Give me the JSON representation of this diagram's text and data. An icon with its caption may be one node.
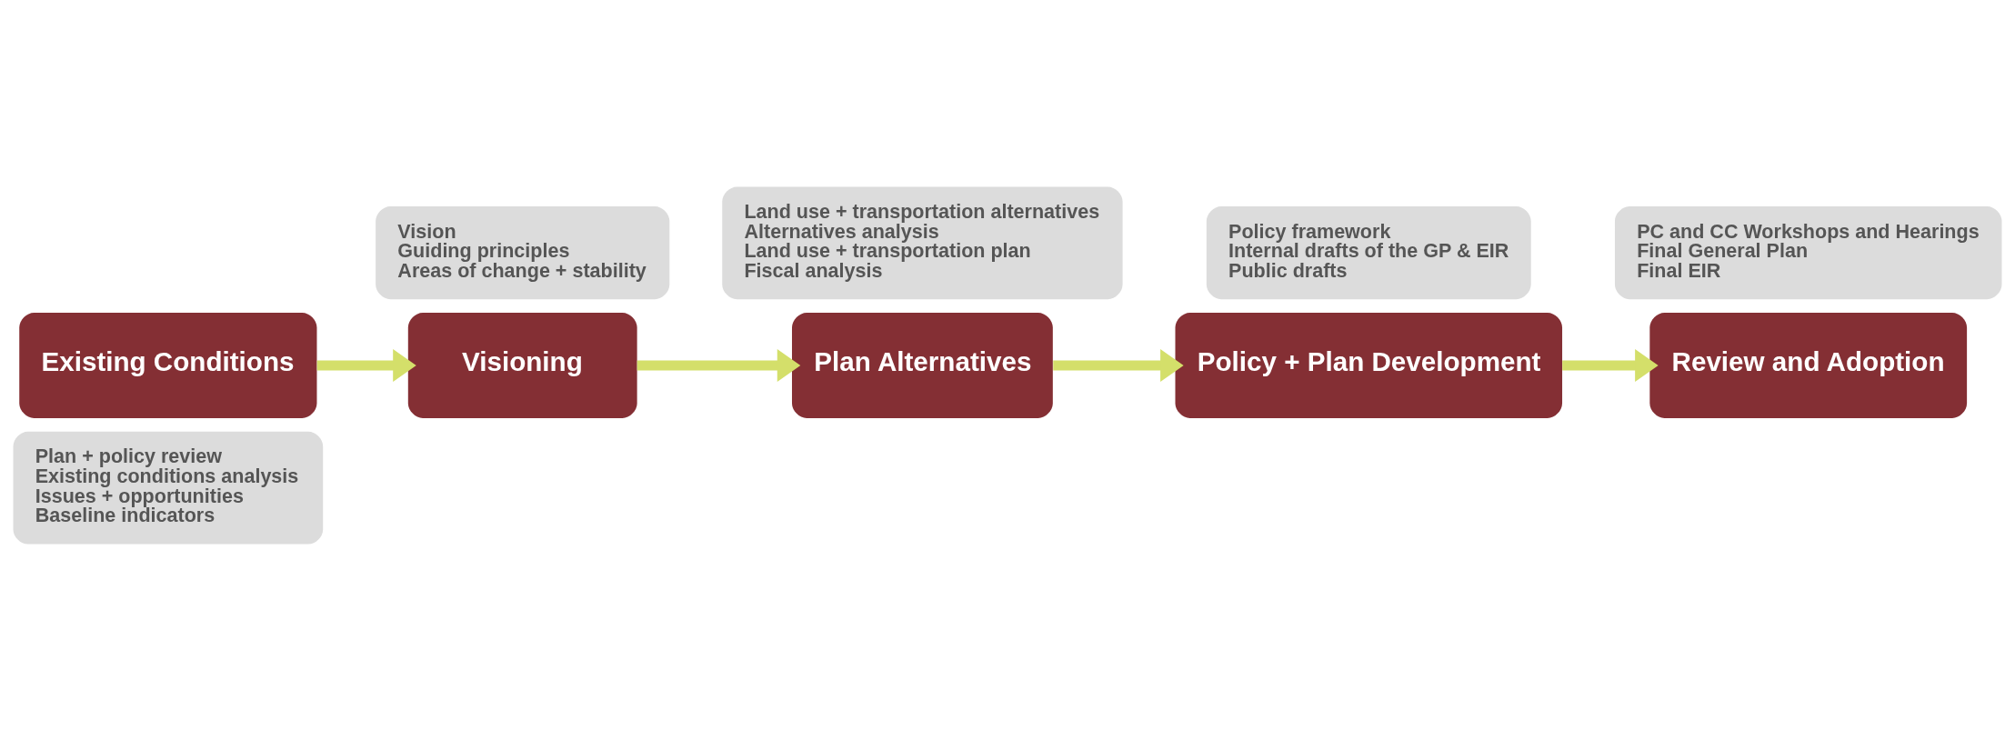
{
  "diagram": {
    "nodes": [
      {
        "text": [
          "Existing Conditions"
        ]
      },
      {
        "text": [
          "Plan + policy review",
          "Existing conditions analysis",
          "Issues + opportunities",
          "Baseline indicators"
        ]
      },
      {
        "text": [
          "Visioning"
        ]
      },
      {
        "text": [
          "Vision",
          "Guiding principles",
          "Areas of change + stability"
        ]
      },
      {
        "text": [
          "Plan Alternatives"
        ]
      },
      {
        "text": [
          "Land use + transportation alternatives",
          "Alternatives analysis",
          "Land use + transportation plan",
          "Fiscal analysis"
        ]
      },
      {
        "text": [
          "Policy + Plan Development"
        ]
      },
      {
        "text": [
          "Policy framework",
          "Internal drafts of the GP & EIR",
          "Public drafts"
        ]
      },
      {
        "text": [
          "Review and Adoption"
        ]
      },
      {
        "text": [
          "PC and CC Workshops and Hearings",
          "Final General Plan",
          "Final EIR"
        ]
      }
    ],
    "edges": [
      {
        "from": 0,
        "to": 2,
        "arrow": "to",
        "color": "#d4df6a"
      },
      {
        "from": 2,
        "to": 4,
        "arrow": "to",
        "color": "#d4df6a"
      },
      {
        "from": 4,
        "to": 6,
        "arrow": "to",
        "color": "#d4df6a"
      },
      {
        "from": 6,
        "to": 8,
        "arrow": "to",
        "color": "#d4df6a"
      }
    ]
  }
}
